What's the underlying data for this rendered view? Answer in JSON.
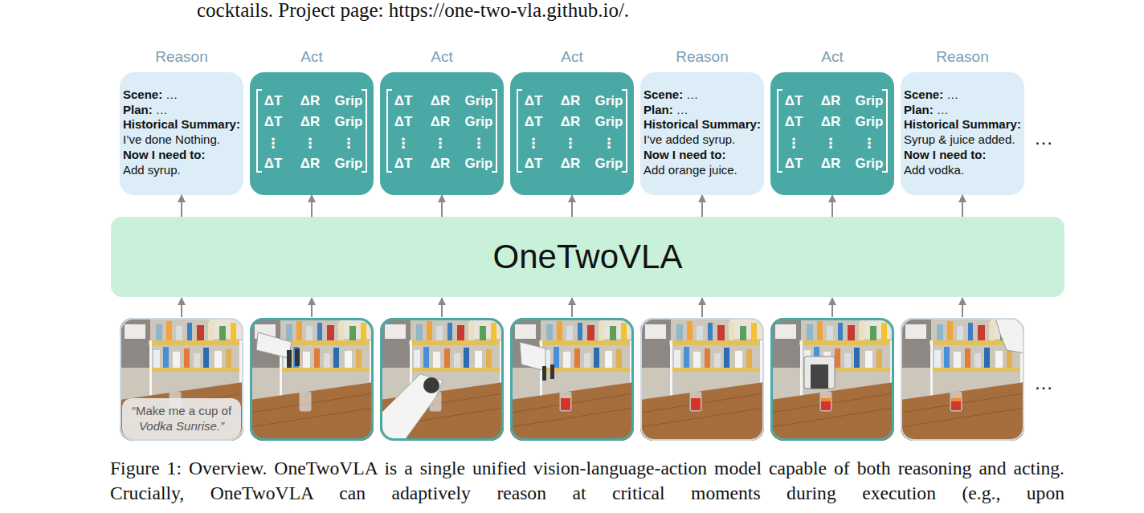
{
  "diagram": {
    "caption": "Figure 1: Overview. OneTwoVLA is a single unified vision-language-action model capable of both reasoning and acting. Crucially, OneTwoVLA can adaptively reason at critical moments during execution (e.g., upon",
    "nodes": [
      {
        "text": [
          "Reason",
          "Scene:",
          "…",
          "Plan:",
          "…",
          "Historical Summary:",
          "I’ve done Nothing.",
          "Now I need to:",
          "Add syrup."
        ]
      },
      {
        "text": [
          "Act",
          "ΔT",
          "ΔR",
          "Grip",
          "ΔT",
          "ΔR",
          "Grip",
          "⋮",
          "⋮",
          "⋮",
          "ΔT",
          "ΔR",
          "Grip"
        ]
      },
      {
        "text": [
          "Act",
          "ΔT",
          "ΔR",
          "Grip",
          "ΔT",
          "ΔR",
          "Grip",
          "⋮",
          "⋮",
          "⋮",
          "ΔT",
          "ΔR",
          "Grip"
        ]
      },
      {
        "text": [
          "Act",
          "ΔT",
          "ΔR",
          "Grip",
          "ΔT",
          "ΔR",
          "Grip",
          "⋮",
          "⋮",
          "⋮",
          "ΔT",
          "ΔR",
          "Grip"
        ]
      },
      {
        "text": [
          "Reason",
          "Scene:",
          "…",
          "Plan:",
          "…",
          "Historical Summary:",
          "I’ve added syrup.",
          "Now I need to:",
          "Add orange juice."
        ]
      },
      {
        "text": [
          "Act",
          "ΔT",
          "ΔR",
          "Grip",
          "ΔT",
          "ΔR",
          "Grip",
          "⋮",
          "⋮",
          "⋮",
          "ΔT",
          "ΔR",
          "Grip"
        ]
      },
      {
        "text": [
          "Reason",
          "Scene:",
          "…",
          "Plan:",
          "…",
          "Historical Summary:",
          "Syrup & juice added.",
          "Now I need to:",
          "Add vodka."
        ]
      },
      {
        "text": [
          "OneTwoVLA"
        ]
      },
      {
        "text": [
          "“Make me a cup of",
          "Vodka Sunrise.”"
        ]
      }
    ],
    "edges": [
      {
        "from": 7,
        "to": 0,
        "arrow": "to"
      },
      {
        "from": 7,
        "to": 1,
        "arrow": "to"
      },
      {
        "from": 7,
        "to": 2,
        "arrow": "to"
      },
      {
        "from": 7,
        "to": 3,
        "arrow": "to"
      },
      {
        "from": 7,
        "to": 4,
        "arrow": "to"
      },
      {
        "from": 7,
        "to": 5,
        "arrow": "to"
      },
      {
        "from": 7,
        "to": 6,
        "arrow": "to"
      }
    ],
    "labels": [
      "cocktails. Project page: https://one-two-vla.github.io/.",
      "…",
      "…"
    ]
  }
}
